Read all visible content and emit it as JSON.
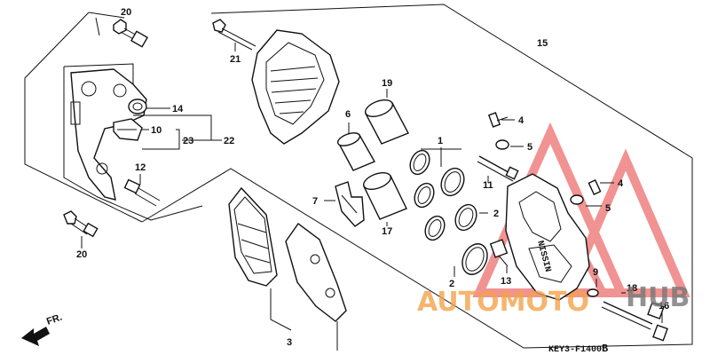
{
  "callouts": {
    "c1": "1",
    "c2a": "2",
    "c2b": "2",
    "c3": "3",
    "c4a": "4",
    "c4b": "4",
    "c5a": "5",
    "c5b": "5",
    "c7": "7",
    "c9": "9",
    "c10": "10",
    "c11": "11",
    "c12": "12",
    "c13": "13",
    "c14": "14",
    "c15": "15",
    "c16": "16",
    "c17": "17",
    "c18": "18",
    "c19": "19",
    "c20a": "20",
    "c20b": "20",
    "c21": "21",
    "c22": "22",
    "c23": "23"
  },
  "front_indicator": "FR.",
  "diagram_code": "KEY3-F1400",
  "diagram_code_suffix": "B",
  "watermark": {
    "word_a": "AUTOMOTO",
    "word_b": "HUB",
    "color_a": "#f2a24a",
    "color_b": "#777777",
    "logo_color": "#e63b3b"
  },
  "caliper_marking": "NISSIN"
}
